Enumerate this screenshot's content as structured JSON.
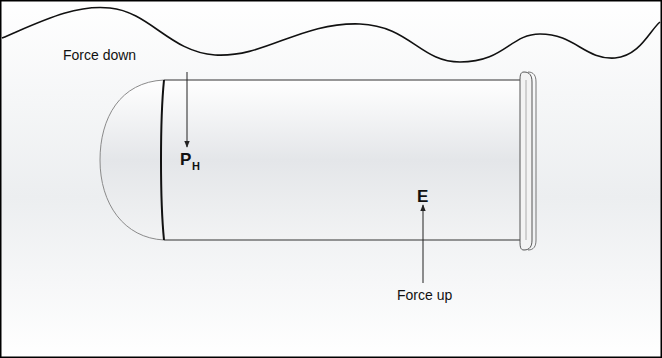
{
  "diagram": {
    "labels": [
      "Force down",
      "P",
      "H",
      "E",
      "Force up"
    ]
  }
}
